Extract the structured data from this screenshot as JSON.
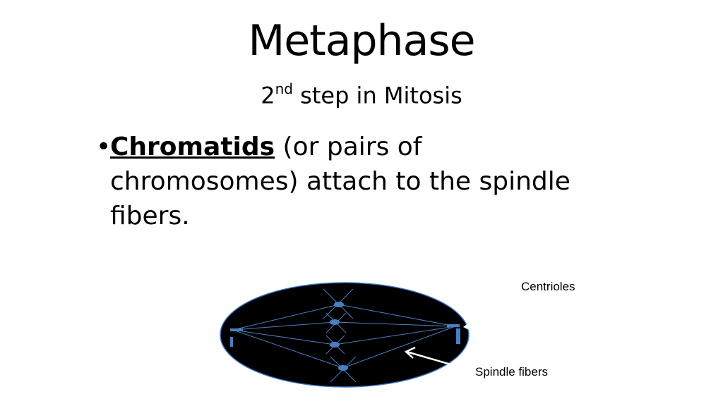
{
  "slide": {
    "title": "Metaphase",
    "subtitle": {
      "number": "2",
      "superscript": "nd",
      "rest": " step in Mitosis"
    },
    "bullet": {
      "marker": "•",
      "term": "Chromatids",
      "text": " (or pairs of chromosomes) attach to the spindle fibers."
    }
  },
  "diagram": {
    "labels": {
      "centrioles": "Centrioles",
      "spindle_fibers": "Spindle fibers"
    },
    "colors": {
      "cell": "#000000",
      "cell_outline": "#3a78c0",
      "fibers": "#4a7fc1",
      "centrioles": "#4a7fc1",
      "chromatids": "#4a7fc1",
      "arrow": "#ffffff"
    }
  }
}
